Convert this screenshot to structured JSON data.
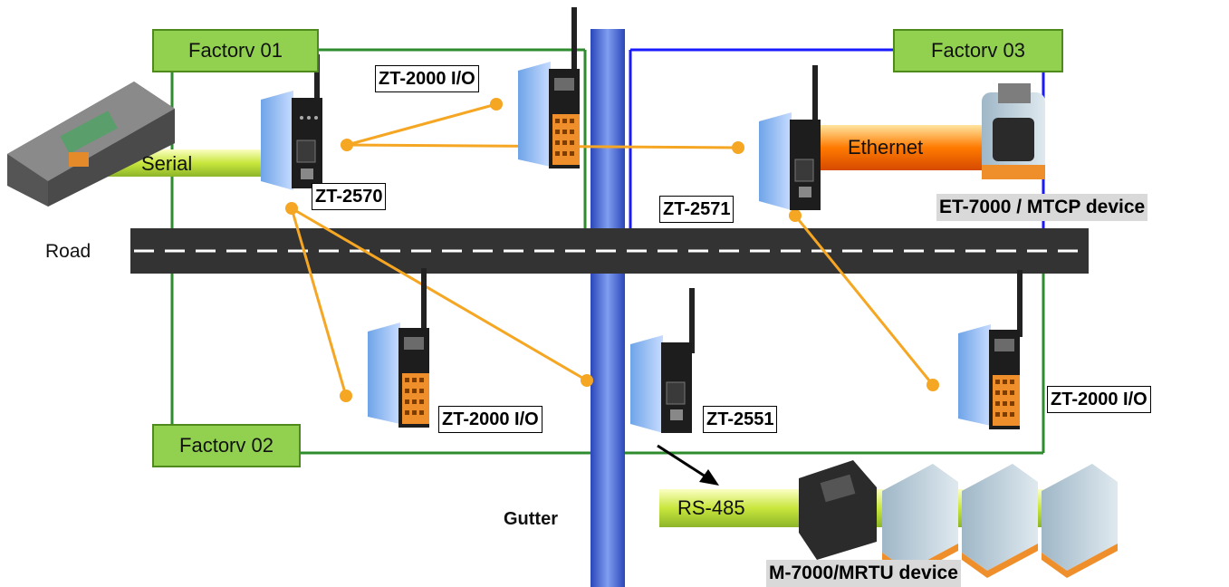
{
  "factories": [
    {
      "id": "factory-01",
      "label": "Factorv  01"
    },
    {
      "id": "factory-02",
      "label": "Factorv  02"
    },
    {
      "id": "factory-03",
      "label": "Factorv  03"
    }
  ],
  "devices": {
    "zt2570": "ZT-2570",
    "zt2571": "ZT-2571",
    "zt2551": "ZT-2551",
    "zt2000_top": "ZT-2000 I/O",
    "zt2000_bottom": "ZT-2000 I/O",
    "zt2000_right": "ZT-2000 I/O"
  },
  "links": {
    "serial": "Serial",
    "ethernet": "Ethernet",
    "rs485": "RS-485"
  },
  "landmarks": {
    "road": "Road",
    "gutter": "Gutter"
  },
  "device_groups": {
    "et7000": "ET-7000 / MTCP device",
    "m7000": "M-7000/MRTU device"
  },
  "colors": {
    "factory_fill": "#92d050",
    "factory_border": "#4f8a1c",
    "factory_line_green": "#2e8b2e",
    "factory_line_blue": "#1a1aff",
    "zigbee_link": "#f5a623",
    "gutter": "#4a6fd8",
    "road": "#333333",
    "serial_bar": "#c8e63c",
    "ethernet_bar": "#ff7a00"
  }
}
